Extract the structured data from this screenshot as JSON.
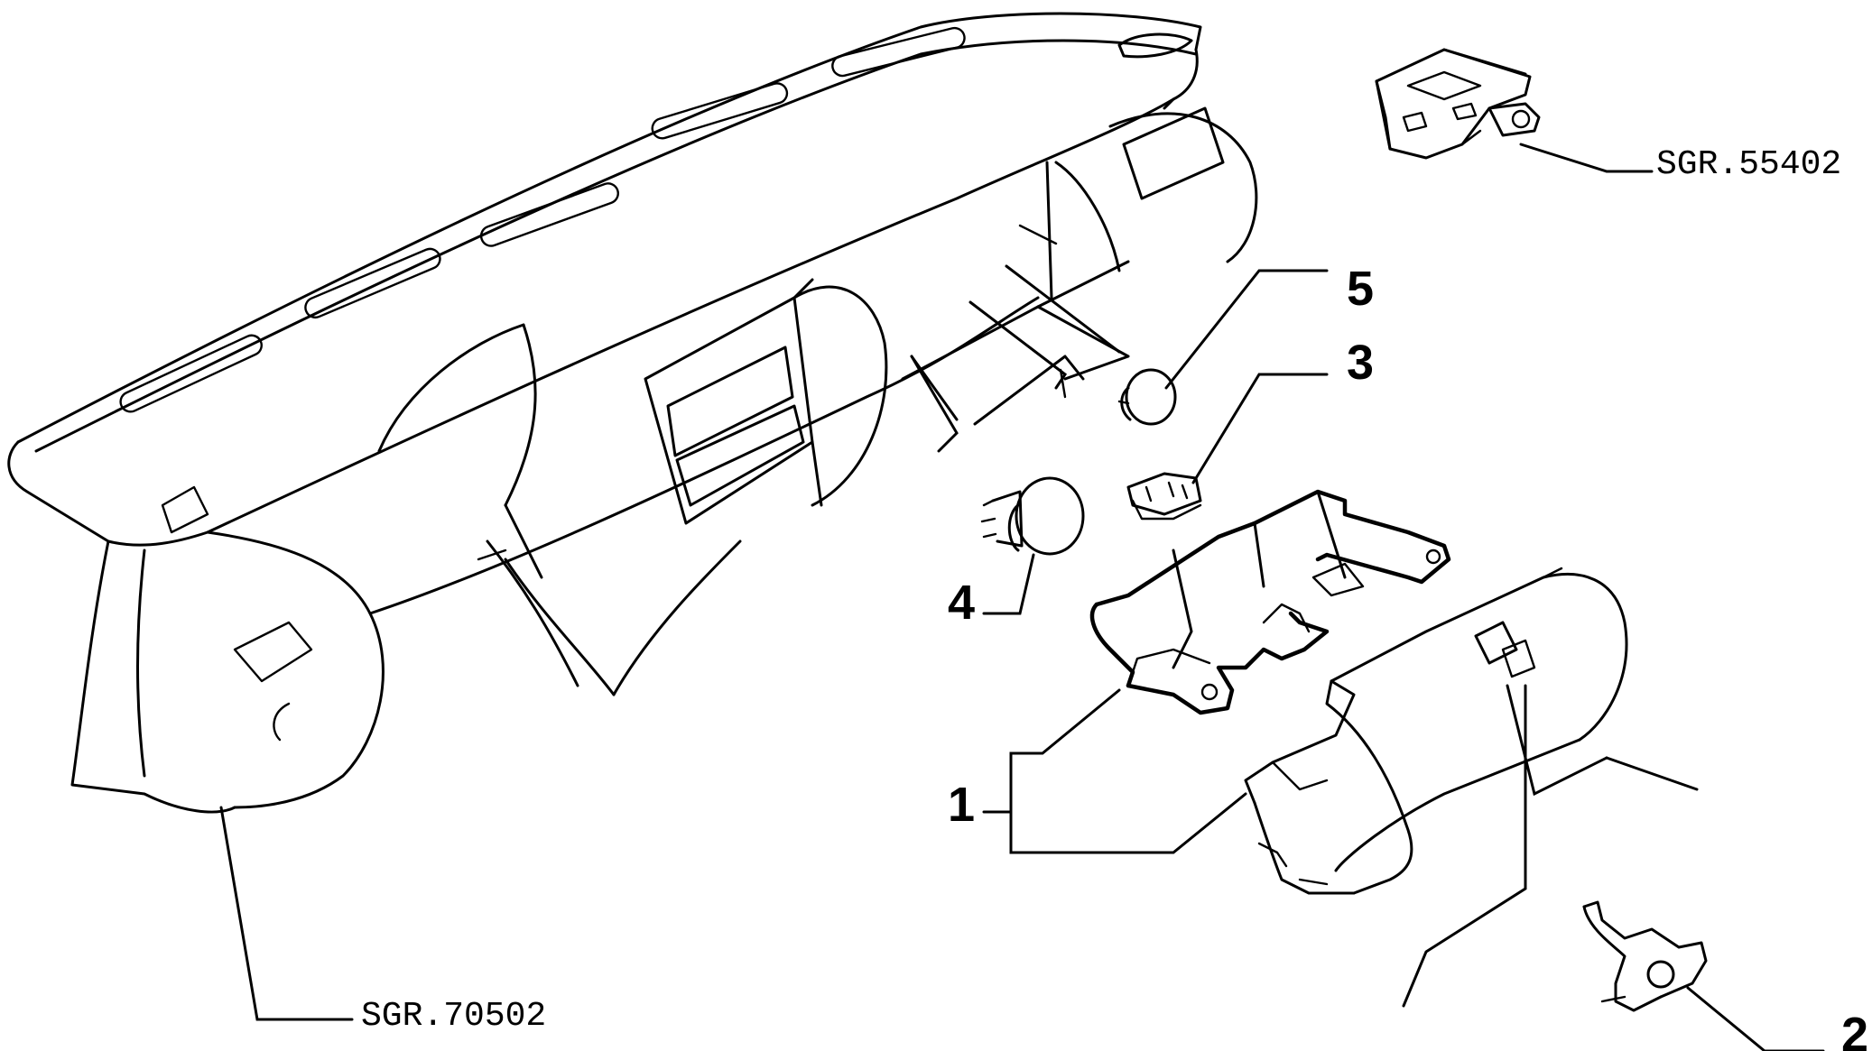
{
  "callouts": {
    "part_1": "1",
    "part_2": "2",
    "part_3": "3",
    "part_4": "4",
    "part_5": "5"
  },
  "references": {
    "dashboard": "SGR.70502",
    "switch_housing": "SGR.55402"
  },
  "colors": {
    "line": "#000000",
    "background": "#ffffff"
  }
}
